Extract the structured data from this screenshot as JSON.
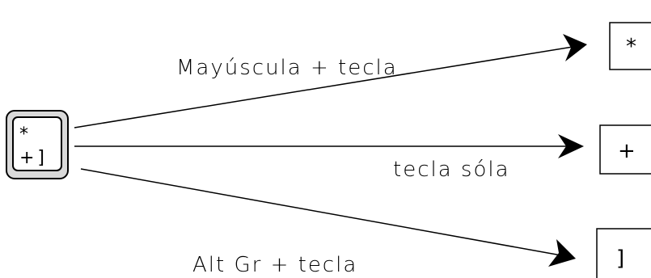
{
  "key": {
    "top_symbol": "*",
    "bottom_symbols": "+]"
  },
  "arrows": [
    {
      "label": "Mayúscula + tecla",
      "result": "*"
    },
    {
      "label": "tecla sóla",
      "result": "+"
    },
    {
      "label": "Alt Gr + tecla",
      "result": "]"
    }
  ],
  "colors": {
    "key_fill": "#d9d9d9",
    "line": "#000000"
  }
}
